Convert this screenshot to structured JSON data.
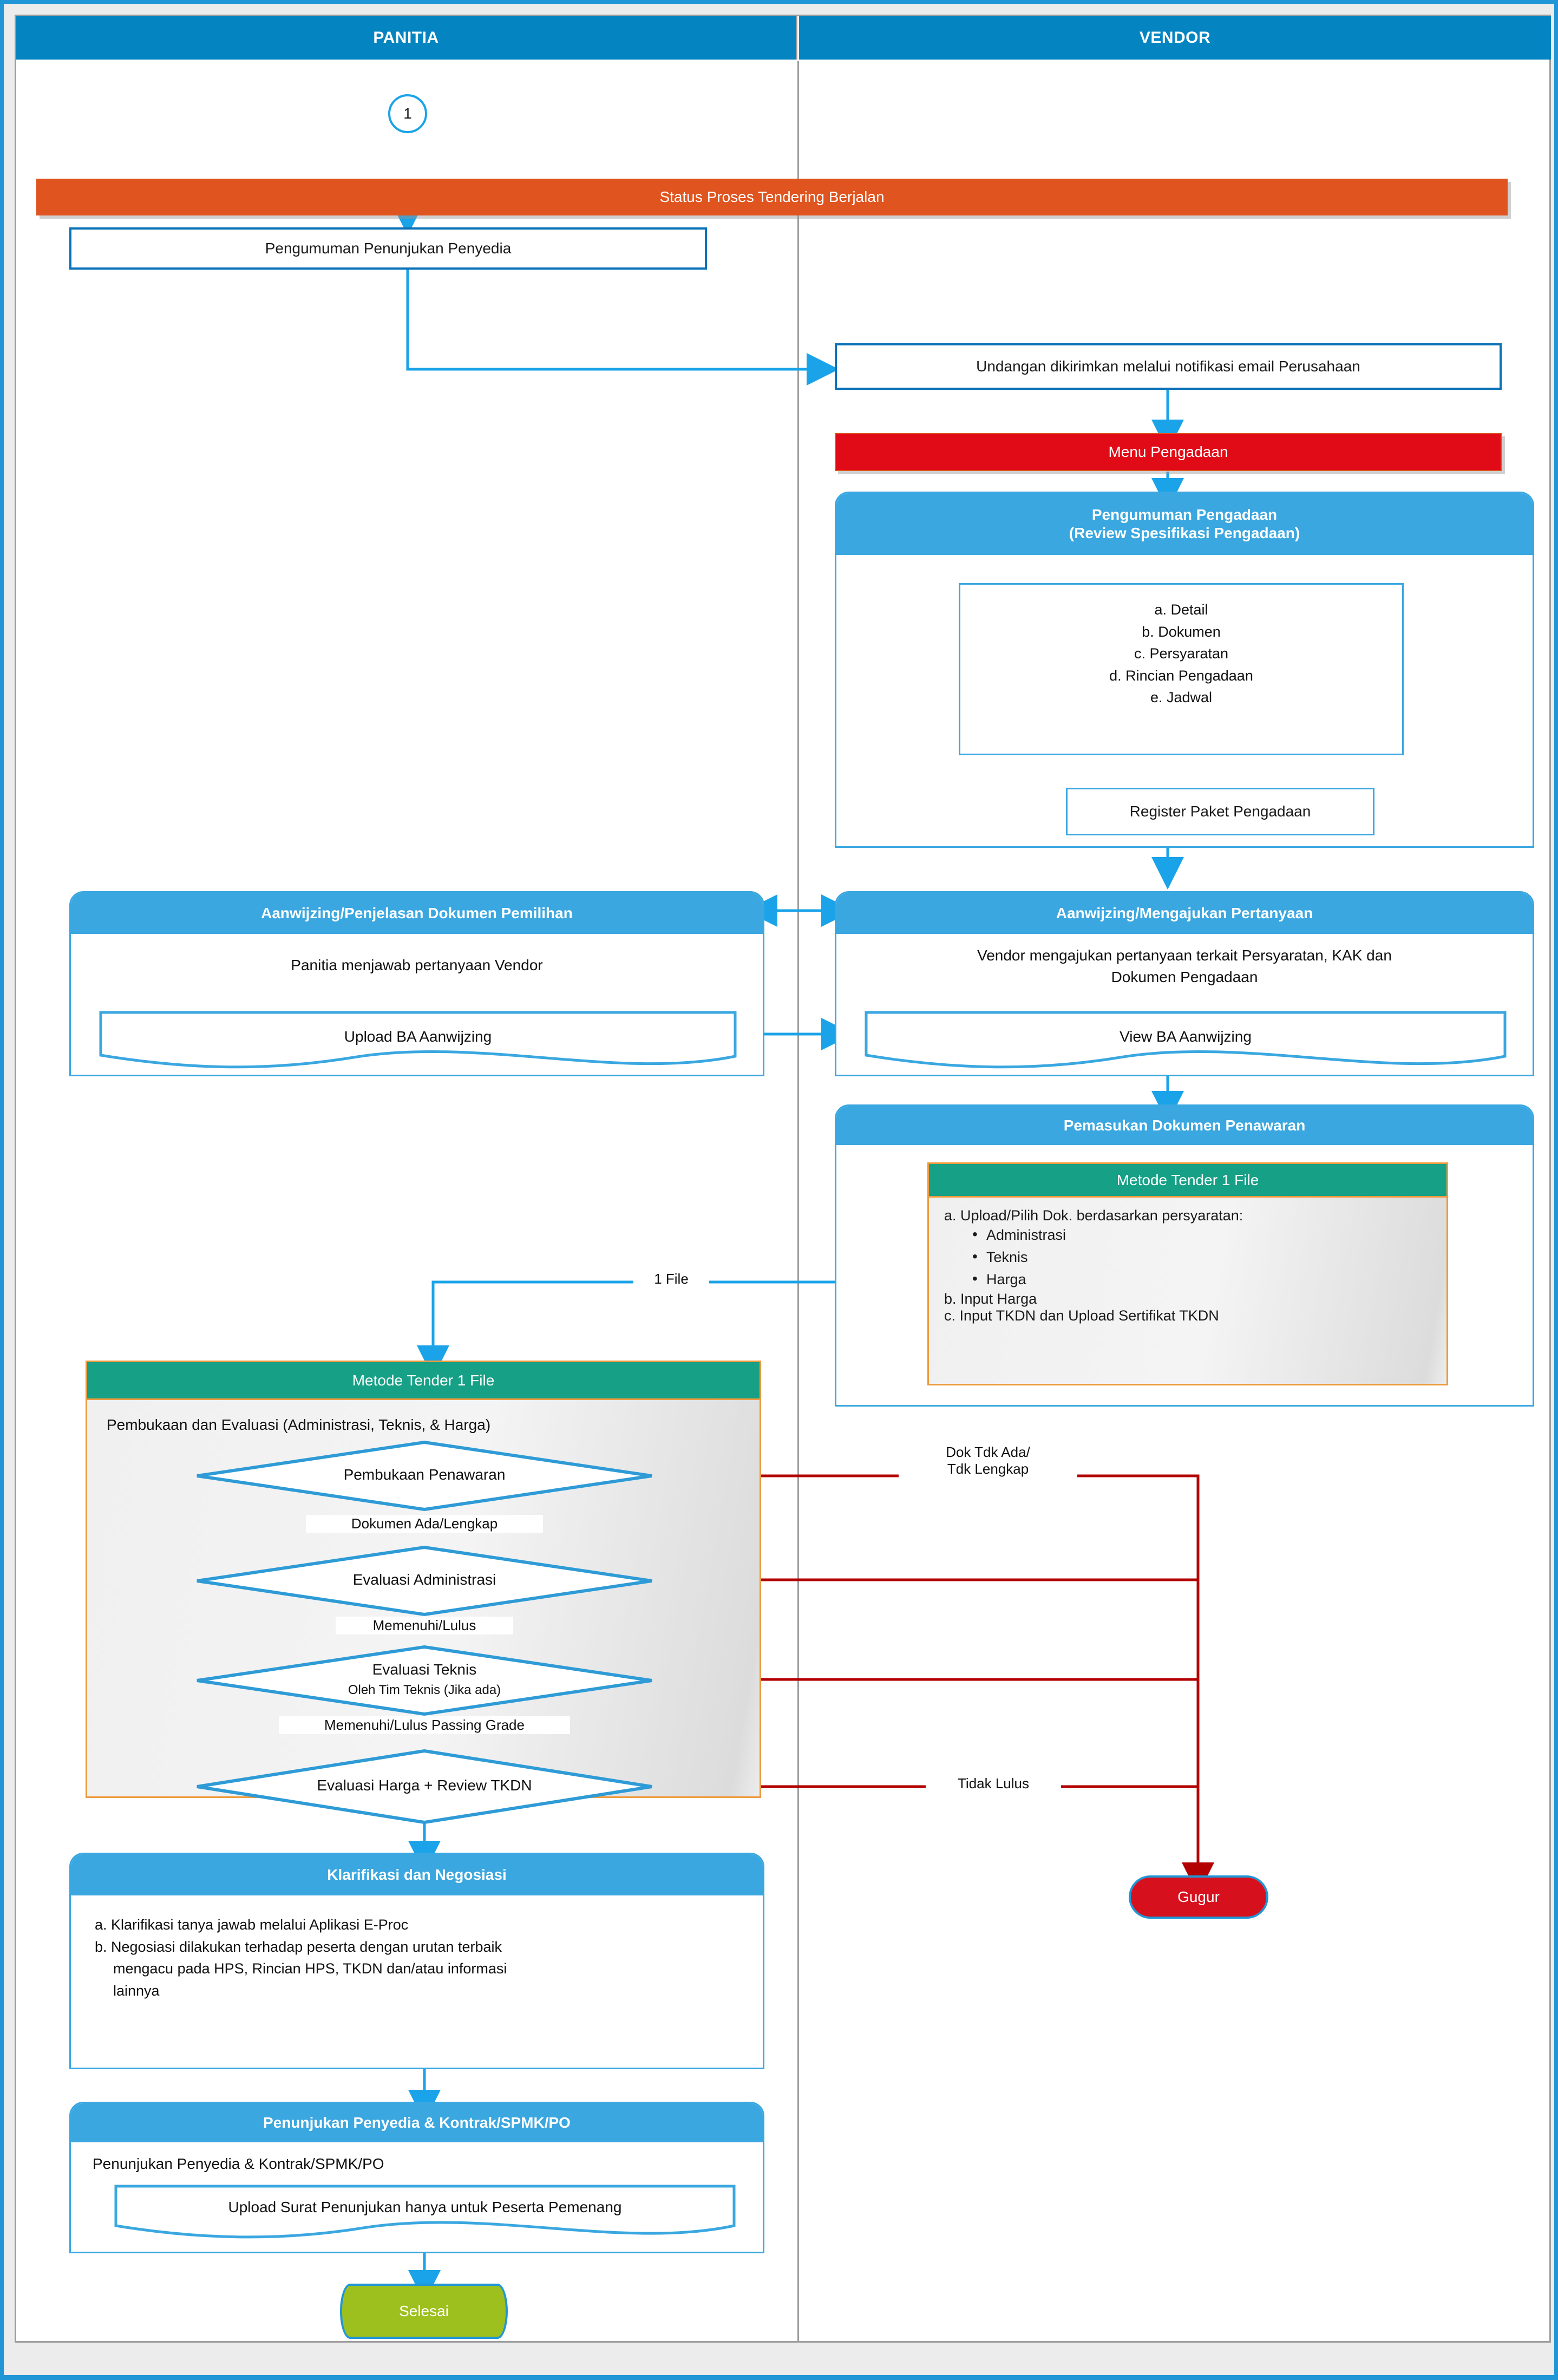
{
  "lanes": [
    {
      "id": "panitia",
      "label": "PANITIA"
    },
    {
      "id": "vendor",
      "label": "VENDOR"
    }
  ],
  "colors": {
    "lane_header": "#0485c2",
    "process_header": "#3aa7e0",
    "status_bar": "#e0541f",
    "menu_bar": "#e10b17",
    "method_header": "#16a085",
    "method_border": "#ed9b3c",
    "fail_line": "#b30000",
    "terminator_fail": "#d7101e",
    "terminator_done": "#9dc01e",
    "connector": "#2196d6"
  },
  "nodes": {
    "start_connector": "1",
    "status_bar": "Status Proses Tendering Berjalan",
    "pengumuman_penunjukan": "Pengumuman Penunjukan Penyedia",
    "undangan": "Undangan dikirimkan melalui notifikasi email Perusahaan",
    "menu_pengadaan": "Menu Pengadaan",
    "pengumuman_pengadaan": {
      "title_line1": "Pengumuman Pengadaan",
      "title_line2": "(Review Spesifikasi Pengadaan)",
      "items": [
        "a. Detail",
        "b. Dokumen",
        "c. Persyaratan",
        "d. Rincian Pengadaan",
        "e. Jadwal"
      ],
      "register": "Register Paket Pengadaan"
    },
    "aanwijzing_panitia": {
      "title": "Aanwijzing/Penjelasan Dokumen Pemilihan",
      "body": "Panitia menjawab pertanyaan Vendor",
      "doc": "Upload BA Aanwijzing"
    },
    "aanwijzing_vendor": {
      "title": "Aanwijzing/Mengajukan Pertanyaan",
      "body_line1": "Vendor mengajukan pertanyaan terkait Persyaratan, KAK dan",
      "body_line2": "Dokumen Pengadaan",
      "doc": "View BA Aanwijzing"
    },
    "pemasukan": {
      "title": "Pemasukan Dokumen Penawaran",
      "method_title": "Metode Tender 1 File",
      "line_a": "a. Upload/Pilih Dok. berdasarkan persyaratan:",
      "bullets": [
        "Administrasi",
        "Teknis",
        "Harga"
      ],
      "line_b": "b. Input Harga",
      "line_c": "c. Input TKDN dan Upload Sertifikat TKDN"
    },
    "evaluasi": {
      "method_title": "Metode Tender 1 File",
      "intro": "Pembukaan dan Evaluasi (Administrasi, Teknis, & Harga)",
      "steps": [
        {
          "label": "Pembukaan Penawaran",
          "sub": "",
          "pass_label": "Dokumen Ada/Lengkap",
          "fail_label_line1": "Dok Tdk Ada/",
          "fail_label_line2": "Tdk Lengkap"
        },
        {
          "label": "Evaluasi Administrasi",
          "sub": "",
          "pass_label": "Memenuhi/Lulus",
          "fail_label_line1": "",
          "fail_label_line2": ""
        },
        {
          "label": "Evaluasi Teknis",
          "sub": "Oleh Tim Teknis (Jika ada)",
          "pass_label": "Memenuhi/Lulus Passing Grade",
          "fail_label_line1": "",
          "fail_label_line2": ""
        },
        {
          "label": "Evaluasi Harga + Review TKDN",
          "sub": "",
          "pass_label": "",
          "fail_label_line1": "Tidak Lulus",
          "fail_label_line2": ""
        }
      ]
    },
    "klarifikasi": {
      "title": "Klarifikasi dan Negosiasi",
      "items": [
        "a. Klarifikasi tanya jawab melalui Aplikasi E-Proc",
        "b. Negosiasi dilakukan terhadap peserta dengan urutan terbaik",
        "mengacu pada HPS, Rincian HPS, TKDN dan/atau informasi",
        "lainnya"
      ]
    },
    "penunjukan": {
      "title": "Penunjukan Penyedia & Kontrak/SPMK/PO",
      "body": "Penunjukan Penyedia & Kontrak/SPMK/PO",
      "doc": "Upload Surat Penunjukan hanya untuk Peserta Pemenang"
    },
    "gugur": "Gugur",
    "selesai": "Selesai",
    "one_file_label": "1 File"
  }
}
